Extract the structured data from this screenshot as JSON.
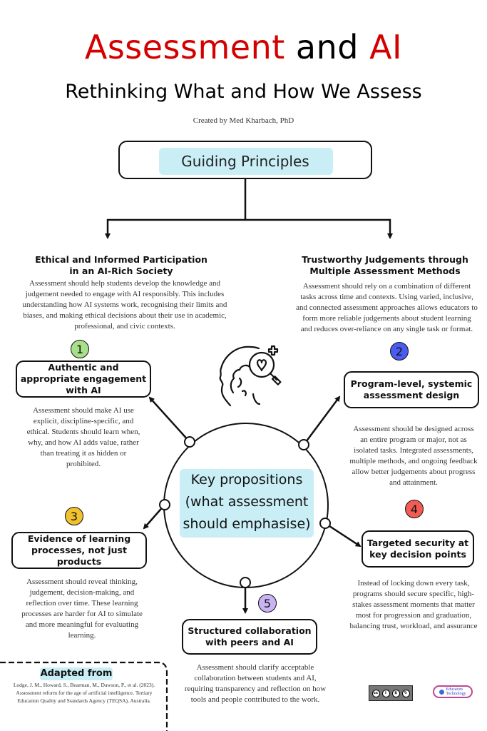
{
  "header": {
    "title_part1": "Assessment",
    "title_part2": " and ",
    "title_part3": "AI",
    "subtitle": "Rethinking What and How We Assess",
    "credit": "Created by Med Kharbach, PhD"
  },
  "guiding_principles": {
    "label": "Guiding Principles",
    "principles": [
      {
        "title_line1": "Ethical and Informed Participation",
        "title_line2": "in an AI-Rich Society",
        "body": "Assessment should help students develop the knowledge and judgement needed to engage with AI responsibly. This includes understanding how AI systems work, recognising their limits and biases, and making ethical decisions about their use in academic, professional, and civic contexts."
      },
      {
        "title_line1": "Trustworthy Judgements through",
        "title_line2": "Multiple Assessment Methods",
        "body": "Assessment should rely on a combination of different tasks across time and contexts. Using varied, inclusive, and connected assessment approaches allows educators to form more reliable judgements about student learning and reduces over-reliance on any single task or format."
      }
    ]
  },
  "center": {
    "label": "Key propositions (what assessment should emphasise)",
    "icon": "head-brain-magnifier-heart-icon"
  },
  "propositions": [
    {
      "number": "1",
      "color": "#a8e08a",
      "title": "Authentic and appropriate engagement with AI",
      "body": "Assessment should make AI use explicit, discipline-specific, and ethical. Students should learn when, why, and how AI adds value, rather than treating it as hidden or prohibited."
    },
    {
      "number": "2",
      "color": "#4a5cf0",
      "title": "Program-level, systemic assessment design",
      "body": "Assessment should be designed across an entire program or major, not as isolated tasks. Integrated assessments, multiple methods, and ongoing feedback allow better judgements about progress and attainment."
    },
    {
      "number": "3",
      "color": "#f2c12e",
      "title": "Evidence of learning processes, not just products",
      "body": "Assessment should reveal thinking, judgement, decision-making, and reflection over time. These learning processes are harder for AI to simulate and more meaningful for evaluating learning."
    },
    {
      "number": "4",
      "color": "#f25c54",
      "title": "Targeted security at key decision points",
      "body": "Instead of locking down every task, programs should secure specific, high-stakes assessment moments that matter most for progression and graduation, balancing trust, workload, and assurance"
    },
    {
      "number": "5",
      "color": "#c9b3f2",
      "title": "Structured collaboration with peers and AI",
      "body": "Assessment should clarify acceptable collaboration between students and AI, requiring transparency and reflection on how tools and people contributed to the work."
    }
  ],
  "footer": {
    "adapted_title": "Adapted from",
    "citation": "Lodge, J. M., Howard, S., Bearman, M., Dawson, P., et al. (2023). Assessment reform for the age of artificial intelligence. Tertiary Education Quality and Standards Agency (TEQSA), Australia.",
    "license_badge": {
      "icon": "creative-commons-icon",
      "labels": [
        "cc",
        "BY",
        "NC",
        "SA"
      ]
    },
    "logo": {
      "line1": "Educators",
      "line2": "Technology"
    }
  },
  "colors": {
    "title_red": "#d40000",
    "highlight_blue": "#c9eef6",
    "logo_pink": "#c0478f"
  }
}
